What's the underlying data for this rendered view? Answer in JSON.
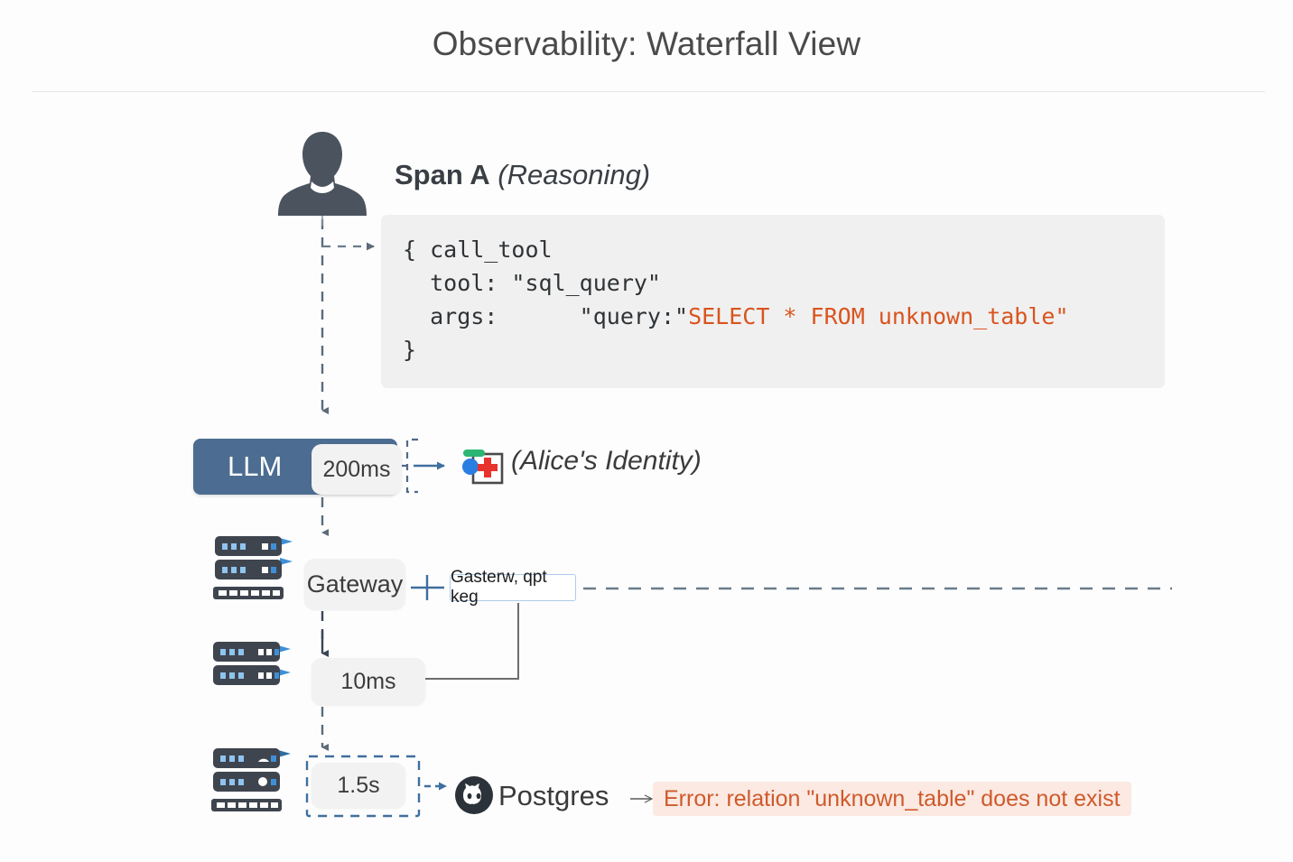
{
  "header": {
    "title": "Observability: Waterfall View"
  },
  "span": {
    "name": "Span A",
    "kind": "(Reasoning)"
  },
  "code_block": {
    "line1": "{ call_tool",
    "line2": "  tool: \"sql_query\"",
    "line3_prefix": "  args:      \"query:\"",
    "line3_sql": "SELECT * FROM unknown_table\"",
    "line4": "}"
  },
  "rows": {
    "llm": {
      "label": "LLM",
      "duration": "200ms",
      "target_label": "(Alice's Identity)",
      "icon": "identity-card-icon"
    },
    "gateway": {
      "label": "Gateway",
      "textbox_value": "Gasterw, qpt keg",
      "icon": "server-rack-icon"
    },
    "db_cache": {
      "duration": "10ms",
      "icon": "server-rack-icon"
    },
    "database": {
      "duration": "1.5s",
      "target_label": "Postgres",
      "target_icon": "octocat-icon",
      "arrow": "→",
      "error": "Error: relation \"unknown_table\" does not exist",
      "icon": "server-rack-icon"
    }
  },
  "colors": {
    "background": "#fdfdfd",
    "llm_badge": "#4c6d91",
    "code_background": "#f0f0f0",
    "sql_highlight": "#d9541e",
    "error_text": "#cf5a2c",
    "error_background": "#fbe9e2",
    "lifeline": "#5d6b7a",
    "accent_blue": "#3f6f9f"
  }
}
